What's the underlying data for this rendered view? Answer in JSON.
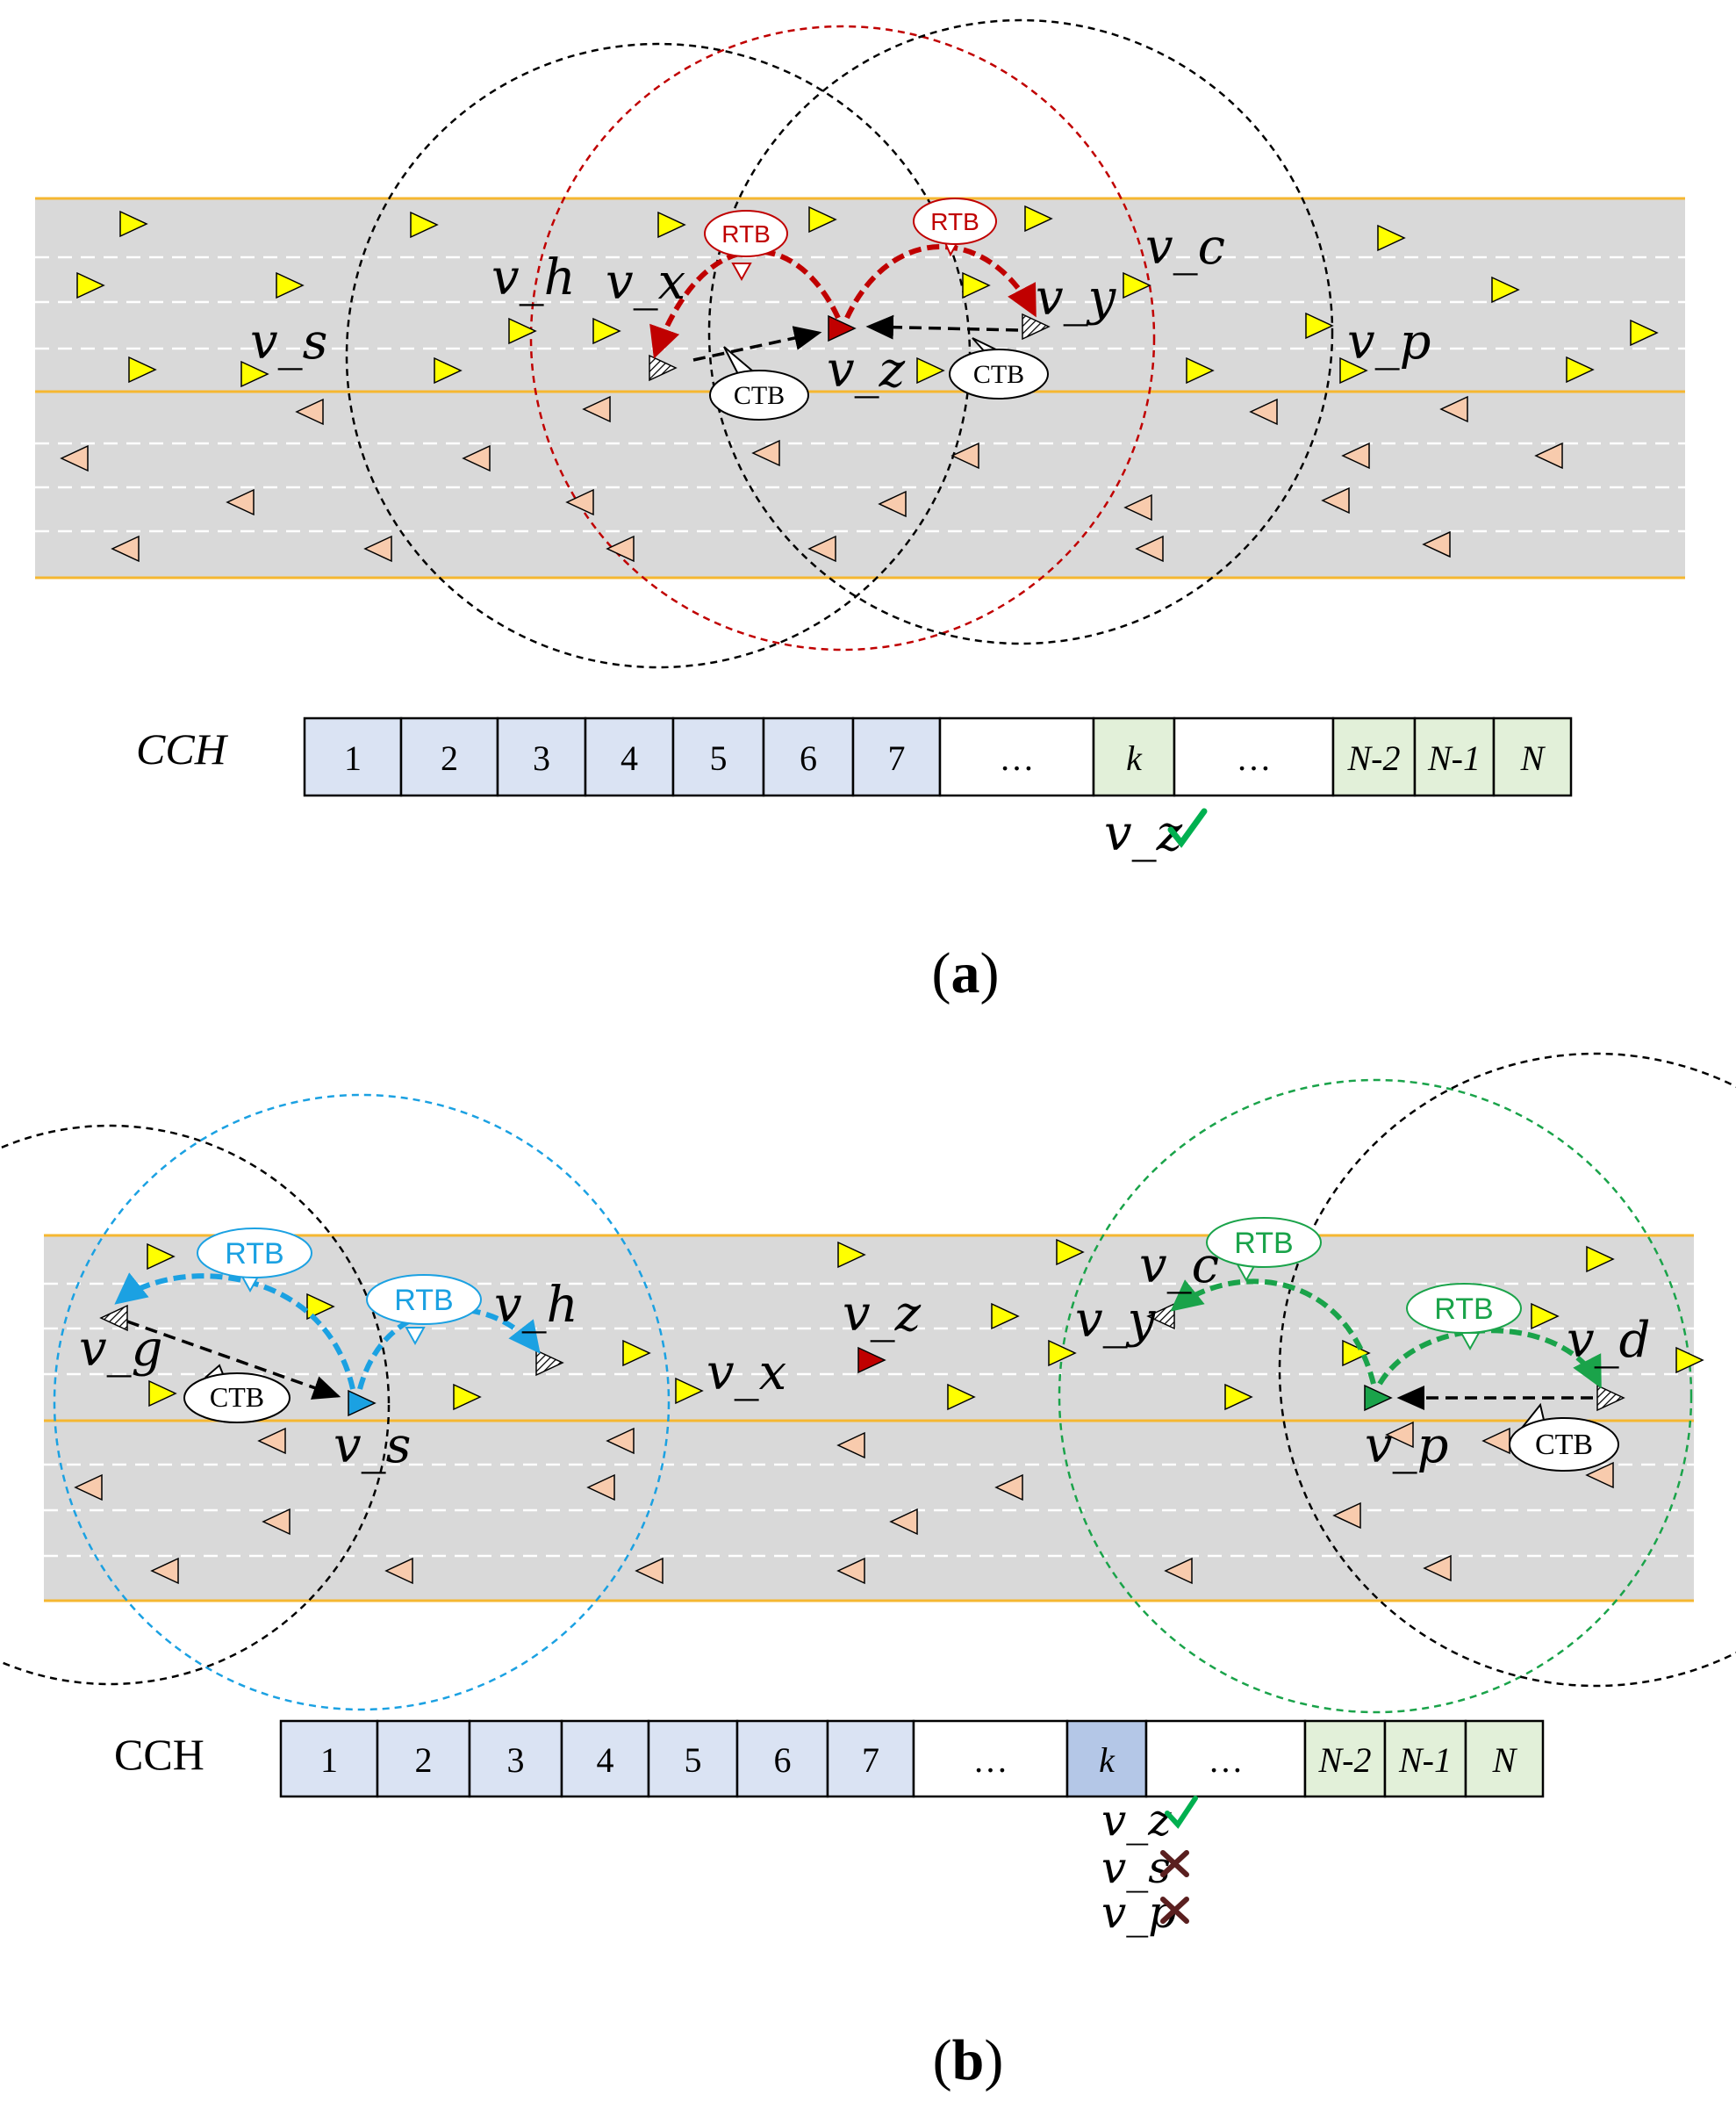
{
  "colors": {
    "road": "#d9d9d9",
    "road_edge": "#f5b731",
    "lane_dash": "#ffffff",
    "forward_car": "#ffff00",
    "backward_car": "#f8cbad",
    "rtb_red": "#c00000",
    "rtb_blue": "#1ba1e2",
    "rtb_green": "#1aa34a",
    "slot_blue": "#dae3f3",
    "slot_blue_dark": "#b4c7e7",
    "slot_green": "#e2f0d9",
    "check": "#00b050",
    "cross": "#5a1f1f"
  },
  "panel_a": {
    "caption_letter": "a",
    "channel_label": "CCH",
    "bubbles": {
      "rtb": "RTB",
      "ctb": "CTB"
    },
    "vehicle_labels": {
      "s": "v_s",
      "h": "v_h",
      "x": "v_x",
      "z": "v_z",
      "y": "v_y",
      "c": "v_c",
      "p": "v_p"
    },
    "slots": [
      "1",
      "2",
      "3",
      "4",
      "5",
      "6",
      "7",
      "…",
      "k",
      "…",
      "N-2",
      "N-1",
      "N"
    ],
    "reserved": [
      {
        "label": "v_z",
        "mark": "check"
      }
    ]
  },
  "panel_b": {
    "caption_letter": "b",
    "channel_label": "CCH",
    "bubbles": {
      "rtb": "RTB",
      "ctb": "CTB"
    },
    "vehicle_labels": {
      "g": "v_g",
      "s": "v_s",
      "h": "v_h",
      "x": "v_x",
      "z": "v_z",
      "c": "v_c",
      "y": "v_y",
      "p": "v_p",
      "d": "v_d"
    },
    "slots": [
      "1",
      "2",
      "3",
      "4",
      "5",
      "6",
      "7",
      "…",
      "k",
      "…",
      "N-2",
      "N-1",
      "N"
    ],
    "reserved": [
      {
        "label": "v_z",
        "mark": "check"
      },
      {
        "label": "v_s",
        "mark": "cross"
      },
      {
        "label": "v_p",
        "mark": "cross"
      }
    ]
  }
}
